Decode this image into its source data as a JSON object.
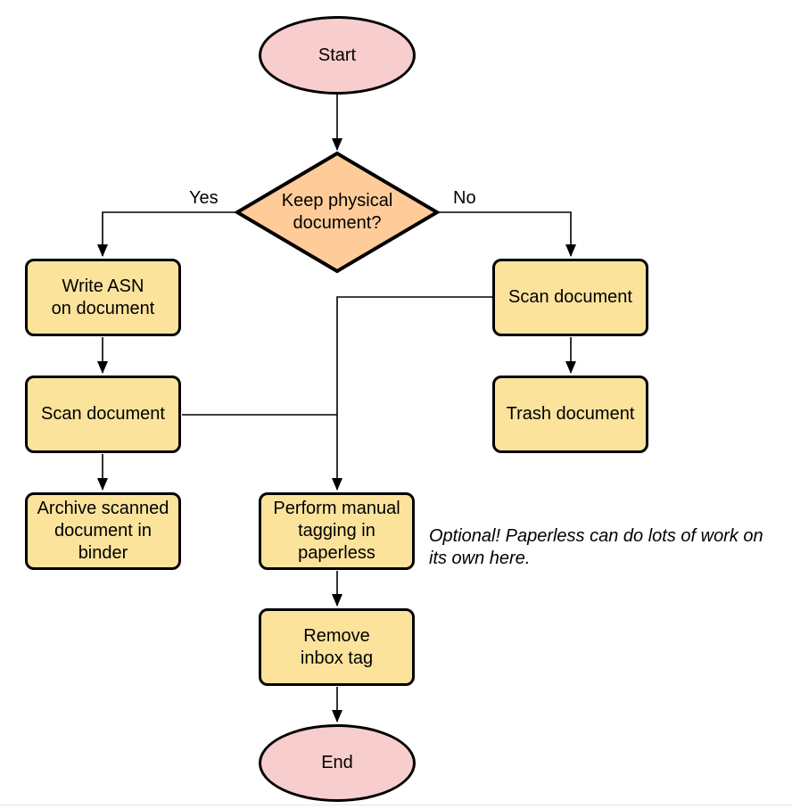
{
  "diagram": {
    "type": "flowchart",
    "nodes": {
      "start": {
        "label": "Start",
        "shape": "terminal"
      },
      "decision": {
        "label": "Keep physical\ndocument?",
        "shape": "decision"
      },
      "write_asn": {
        "label": "Write ASN\non document",
        "shape": "process"
      },
      "scan_left": {
        "label": "Scan document",
        "shape": "process"
      },
      "archive": {
        "label": "Archive scanned\ndocument in\nbinder",
        "shape": "process"
      },
      "scan_right": {
        "label": "Scan document",
        "shape": "process"
      },
      "trash": {
        "label": "Trash document",
        "shape": "process"
      },
      "tagging": {
        "label": "Perform manual\ntagging in\npaperless",
        "shape": "process"
      },
      "remove_tag": {
        "label": "Remove\ninbox tag",
        "shape": "process"
      },
      "end": {
        "label": "End",
        "shape": "terminal"
      }
    },
    "edges": [
      {
        "from": "start",
        "to": "decision",
        "label": ""
      },
      {
        "from": "decision",
        "to": "write_asn",
        "label": "Yes"
      },
      {
        "from": "decision",
        "to": "scan_right",
        "label": "No"
      },
      {
        "from": "write_asn",
        "to": "scan_left",
        "label": ""
      },
      {
        "from": "scan_left",
        "to": "archive",
        "label": ""
      },
      {
        "from": "scan_right",
        "to": "trash",
        "label": ""
      },
      {
        "from": "scan_right",
        "to": "tagging",
        "label": ""
      },
      {
        "from": "scan_left",
        "to": "tagging",
        "label": ""
      },
      {
        "from": "tagging",
        "to": "remove_tag",
        "label": ""
      },
      {
        "from": "remove_tag",
        "to": "end",
        "label": ""
      }
    ],
    "annotation": "Optional! Paperless can do lots of work on\nits own here.",
    "colors": {
      "terminal_fill": "#F8CDCD",
      "decision_fill": "#FFCC99",
      "process_fill": "#FBE39C",
      "stroke": "#000000"
    }
  }
}
